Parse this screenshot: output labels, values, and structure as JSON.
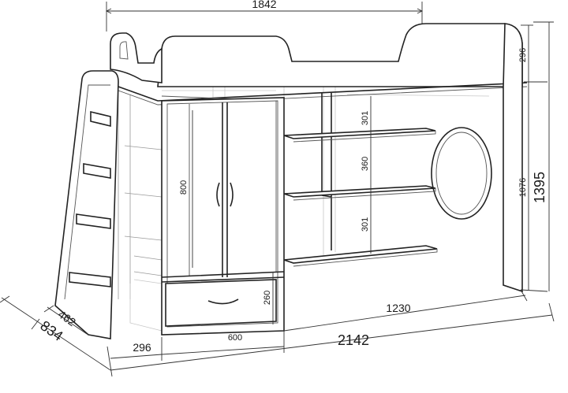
{
  "dimensions": {
    "top_width": "1842",
    "back_height": "296",
    "shelf_gap_upper": "301",
    "shelf_gap_middle": "360",
    "shelf_gap_lower": "301",
    "wardrobe_door_height": "800",
    "drawer_height": "260",
    "under_bed_height": "1076",
    "total_height": "1395",
    "desk_length": "1230",
    "ladder_step_depth": "462",
    "total_depth": "834",
    "stairs_width": "296",
    "wardrobe_width": "600",
    "total_length": "2142"
  }
}
